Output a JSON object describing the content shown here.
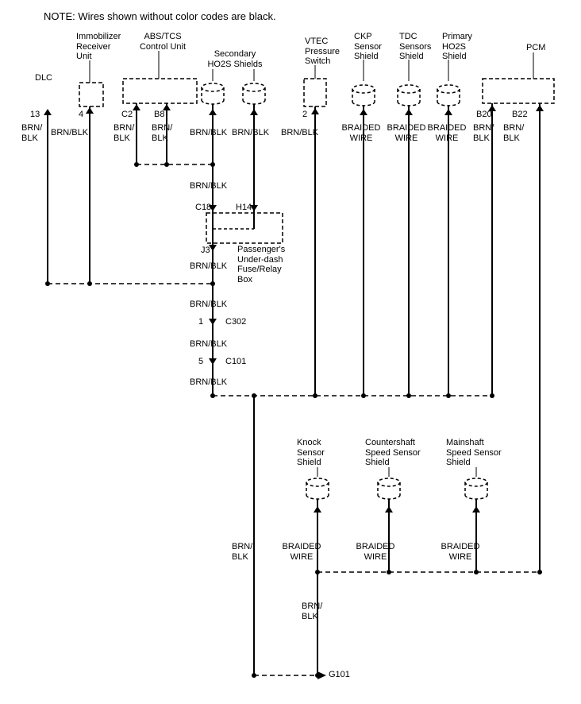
{
  "note": "NOTE: Wires shown without color codes are black.",
  "labels": {
    "dlc": "DLC",
    "immobilizer": "Immobilizer\nReceiver\nUnit",
    "abs": "ABS/TCS\nControl Unit",
    "secondary_ho2s": "Secondary\nHO2S Shields",
    "vtec": "VTEC\nPressure\nSwitch",
    "ckp": "CKP\nSensor\nShield",
    "tdc": "TDC\nSensors\nShield",
    "primary_ho2s": "Primary\nHO2S\nShield",
    "pcm": "PCM",
    "fuse_box": "Passenger's\nUnder-dash\nFuse/Relay\nBox",
    "knock": "Knock\nSensor\nShield",
    "countershaft": "Countershaft\nSpeed Sensor\nShield",
    "mainshaft": "Mainshaft\nSpeed Sensor\nShield"
  },
  "pins": {
    "dlc": "13",
    "immobilizer": "4",
    "abs_c2": "C2",
    "abs_b8": "B8",
    "vtec": "2",
    "pcm_b20": "B20",
    "pcm_b22": "B22"
  },
  "connectors": {
    "c18": "C18",
    "h14": "H14",
    "j3": "J3",
    "c302_pin": "1",
    "c302": "C302",
    "c101_pin": "5",
    "c101": "C101",
    "g101": "G101"
  },
  "wires": {
    "brn_blk": "BRN/BLK",
    "brn_blk_stacked": "BRN/\nBLK",
    "braided": "BRAIDED\nWIRE"
  },
  "colors": {
    "wire": "#000000",
    "background": "#ffffff"
  }
}
